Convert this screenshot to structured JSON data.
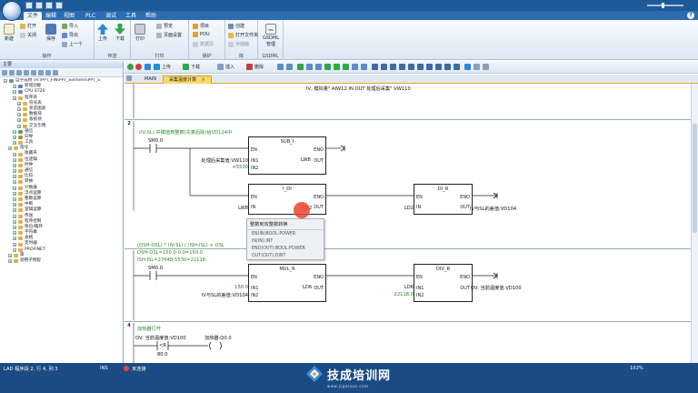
{
  "menu": {
    "tabs": [
      "文件",
      "编辑",
      "视图",
      "PLC",
      "调试",
      "工具",
      "帮助"
    ],
    "active": "文件"
  },
  "ribbon": {
    "groups": [
      {
        "title": "操作",
        "buttons": [
          "新建",
          "打开",
          "关闭",
          "保存",
          "导入",
          "导出",
          "上一个"
        ]
      },
      {
        "title": "传送",
        "buttons": [
          "上传",
          "下载"
        ]
      },
      {
        "title": "打印",
        "buttons": [
          "打印",
          "预览",
          "页面设置"
        ]
      },
      {
        "title": "保护",
        "buttons": [
          "项目",
          "POU",
          "数据页"
        ]
      },
      {
        "title": "库",
        "buttons": [
          "创建",
          "打开文件夹",
          "存储器"
        ]
      },
      {
        "title": "GSDML",
        "buttons": [
          "GSDML 管理"
        ]
      }
    ]
  },
  "left_panel": {
    "title": "主要",
    "tree": [
      "自学成材 (H:\\PPT_FIN\\PPT_Siemens\\PPT_S",
      "新增功能",
      "CPU ST20",
      "程序块",
      "符号表",
      "状态图表",
      "数据块",
      "系统块",
      "交叉引用",
      "通信",
      "向导",
      "工具",
      "指令",
      "收藏夹",
      "位逻辑",
      "时钟",
      "通信",
      "比较",
      "转换",
      "计数器",
      "浮点运算",
      "整数运算",
      "中断",
      "逻辑运算",
      "传送",
      "程序控制",
      "移位/循环",
      "字符串",
      "表格",
      "定时器",
      "PROFINET",
      "库",
      "调用子例程"
    ]
  },
  "editor_toolbar": {
    "upload": "上传",
    "download": "下载",
    "insert": "插入",
    "delete": "删除"
  },
  "editor_tabs": [
    "MAIN",
    "采集温度计算"
  ],
  "editor_active_tab": "采集温度计算",
  "networks": {
    "n1": {
      "comment": "IV, 模拟量\" AIW12 IN     OUT 处理后采集\" VW110"
    },
    "n2": {
      "number": "2",
      "comment": "(IV-SL) 并赋值到整数(先乘后除)给VD124中",
      "contact": "SM0.0",
      "sub_i": {
        "name": "SUB_I",
        "en": "EN",
        "eno": "ENO",
        "in1": "IN1",
        "in2": "IN2",
        "out": "OUT",
        "in1_lbl": "处理后采集值:VW110",
        "in2_lbl": "+5530",
        "out_lbl": "LW8"
      },
      "i_di": {
        "name": "I_DI",
        "en": "EN",
        "eno": "ENO",
        "in": "IN",
        "out": "OUT",
        "in_lbl": "LW8",
        "out_lbl": "LD2"
      },
      "di_r": {
        "name": "DI_R",
        "en": "EN",
        "eno": "ENO",
        "in": "IN",
        "out": "OUT",
        "in_lbl": "LD2",
        "out_lbl": "IV与SL的差值:VD104"
      },
      "tooltip": {
        "title": "整数到双整数转换",
        "lines": [
          "EN(IN)BOOL:POWER",
          "IN(IN):INT",
          "ENO(OUT):BOOL:POWER",
          "OUT(OUT):DINT"
        ]
      }
    },
    "n3": {
      "comment_lines": [
        "(OSH-OSL) * (IV-SL) / (ISH-ISL) + OSL",
        "OSH-OSL=150.0-0.0=150.0",
        "ISH-ISL=27648-5530=22118"
      ],
      "contact": "SM0.0",
      "mul_r": {
        "name": "MUL_R",
        "en": "EN",
        "eno": "ENO",
        "in1": "IN1",
        "in2": "IN2",
        "out": "OUT",
        "in1_lbl": "150.0",
        "in2_lbl": "IV与SL的差值:VD104",
        "out_lbl": "LD6"
      },
      "div_r": {
        "name": "DIV_R",
        "en": "EN",
        "eno": "ENO",
        "in1": "IN1",
        "in2": "IN2",
        "out": "OUT",
        "in1_lbl": "LD6",
        "in2_lbl": "22118.0",
        "out_lbl": "OV: 当前温度值:VD100"
      }
    },
    "n4": {
      "number": "4",
      "comment": "加热器打开",
      "label_a": "OV: 当前温度值:VD100",
      "label_b": "加热器:Q0.0",
      "label_c": "<R",
      "label_d": "80.0"
    }
  },
  "status": {
    "position": "LAD 程序段 2, 行 4, 列 3",
    "mode": "INS",
    "connection": "未连接",
    "zoom": "102%"
  },
  "watermark": {
    "name": "技成培训网",
    "url": "www.jcpeixun.com"
  }
}
